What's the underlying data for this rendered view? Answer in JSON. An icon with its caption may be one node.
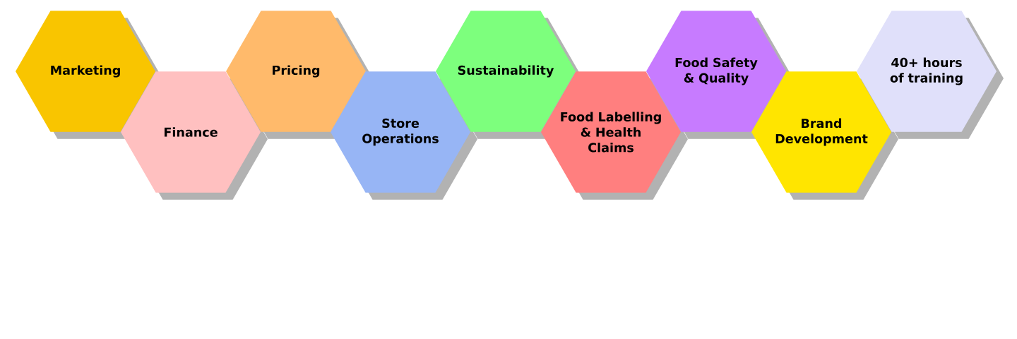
{
  "diagram": {
    "nodes": [
      {
        "text": [
          "Marketing"
        ]
      },
      {
        "text": [
          "Finance"
        ]
      },
      {
        "text": [
          "Pricing"
        ]
      },
      {
        "text": [
          "Store Operations"
        ]
      },
      {
        "text": [
          "Sustainability"
        ]
      },
      {
        "text": [
          "Food Labelling & Health Claims"
        ]
      },
      {
        "text": [
          "Food Safety & Quality"
        ]
      },
      {
        "text": [
          "Brand Development"
        ]
      },
      {
        "text": [
          "40+ hours of training"
        ]
      }
    ]
  }
}
